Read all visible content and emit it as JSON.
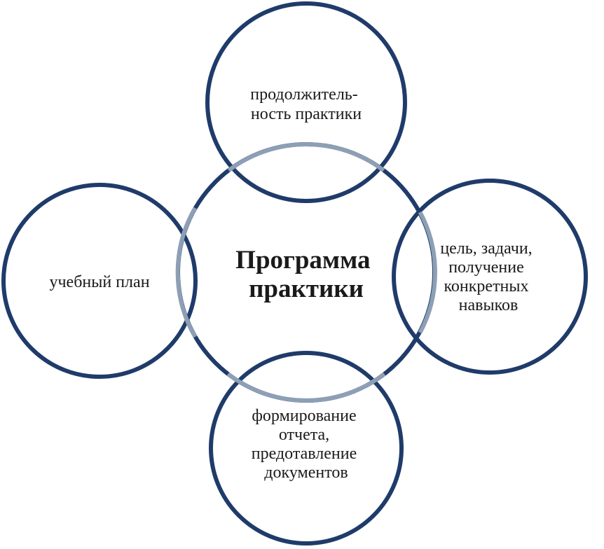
{
  "center": {
    "lines": [
      "Программа",
      "практики"
    ]
  },
  "top": {
    "lines": [
      "продолжитель-",
      "ность практики"
    ]
  },
  "left": {
    "lines": [
      "учебный план"
    ]
  },
  "right": {
    "lines": [
      "цель, задачи,",
      "получение",
      "конкретных",
      "навыков"
    ]
  },
  "bottom": {
    "lines": [
      "формирование",
      "отчета,",
      "предотавление",
      "документов"
    ]
  },
  "colors": {
    "circle_stroke": "#1f3b6a",
    "overlap_stroke": "#8e9fb5",
    "text": "#1a1a1a"
  }
}
